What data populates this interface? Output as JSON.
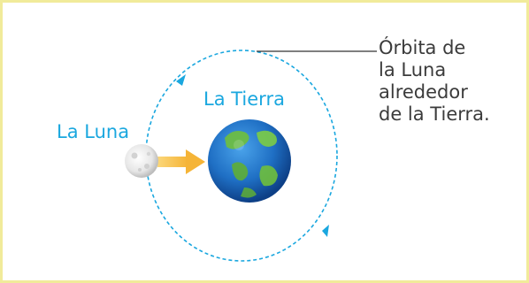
{
  "labels": {
    "earth": "La Tierra",
    "moon": "La Luna"
  },
  "annotation": {
    "lines": [
      "Órbita de",
      "la Luna",
      "alrededor",
      "de la Tierra."
    ]
  },
  "colors": {
    "frame_border": "#f1eb9a",
    "orbit": "#1aa7df",
    "label_text": "#1aa7df",
    "annotation_text": "#3b3b3b",
    "arrow": "#f7c04a",
    "earth_ocean": "#1f6fc4",
    "earth_land": "#6fbf3c"
  },
  "icons": {
    "moon": "moon-icon",
    "earth": "earth-icon",
    "gravity_arrow": "arrow-right-icon"
  }
}
